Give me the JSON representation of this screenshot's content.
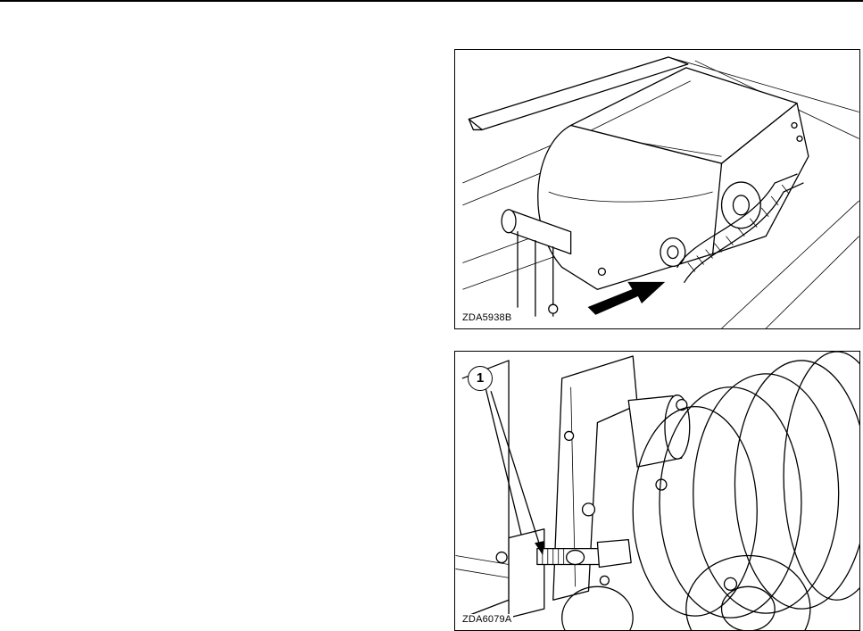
{
  "page": {
    "header_rule": true
  },
  "figures": [
    {
      "code": "ZDA5938B",
      "icon": "belt-drive-cover-illustration",
      "pointer": "black-arrow"
    },
    {
      "code": "ZDA6079A",
      "icon": "pulley-adjustment-illustration",
      "callout": "1"
    }
  ]
}
